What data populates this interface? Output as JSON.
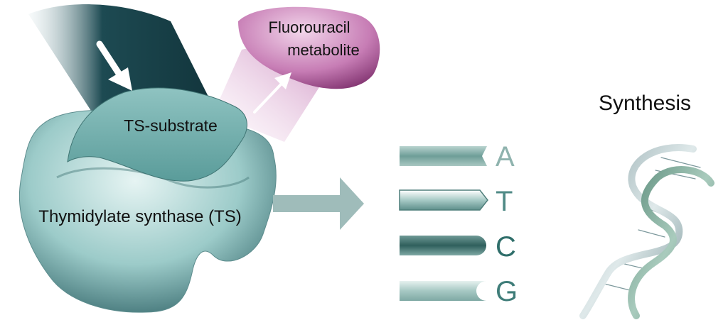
{
  "labels": {
    "enzyme": "Thymidylate synthase (TS)",
    "substrate": "TS-substrate",
    "metabolite_line1": "Fluorouracil",
    "metabolite_line2": "metabolite",
    "synthesis": "Synthesis"
  },
  "bases": [
    {
      "letter": "A",
      "end": "notch",
      "letter_color": "#8fb3ae"
    },
    {
      "letter": "T",
      "end": "point",
      "letter_color": "#4f8a86"
    },
    {
      "letter": "C",
      "end": "round",
      "letter_color": "#2f6e6a"
    },
    {
      "letter": "G",
      "end": "cup",
      "letter_color": "#3f7d79"
    }
  ],
  "colors": {
    "teal_light": "#cfe7e6",
    "teal_mid": "#7fb8b6",
    "teal_dark": "#1f4f55",
    "magenta": "#b0589e",
    "magenta_light": "#e6b8db",
    "arrow_gray": "#9fbcba"
  },
  "icons": [
    "down-right-arrow-icon",
    "up-right-arrow-icon",
    "right-arrow-icon",
    "dna-helix-icon"
  ]
}
